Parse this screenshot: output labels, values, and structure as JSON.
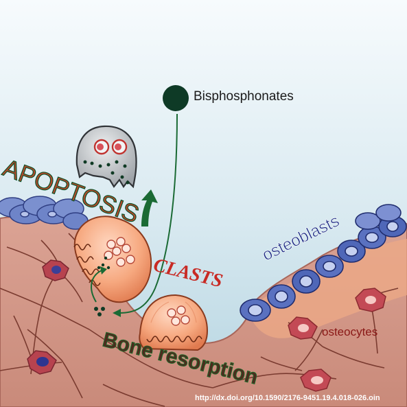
{
  "labels": {
    "bisphosphonates": "Bisphosphonates",
    "apoptosis": "APOPTOSIS",
    "clasts": "CLASTS",
    "bone_resorption": "Bone resorption",
    "osteoblasts": "osteoblasts",
    "osteocytes": "osteocytes",
    "source_url": "http://dx.doi.org/10.1590/2176-9451.19.4.018-026.oin"
  },
  "colors": {
    "sky_top": "#f6fbfd",
    "sky_bottom": "#b7d6e3",
    "bone": "#d79a8a",
    "bone_dark": "#ba6c5c",
    "lining_cells": "#6f85c9",
    "osteoblast": "#4b63b4",
    "osteoclast": "#f4a07a",
    "apoptotic_cell": "#b8bcc0",
    "drug_dot": "#0e3a26",
    "arrow_green": "#1a6a34",
    "osteocyte": "#c34a55",
    "osteocyte_nucleus": "#3a3f95"
  }
}
